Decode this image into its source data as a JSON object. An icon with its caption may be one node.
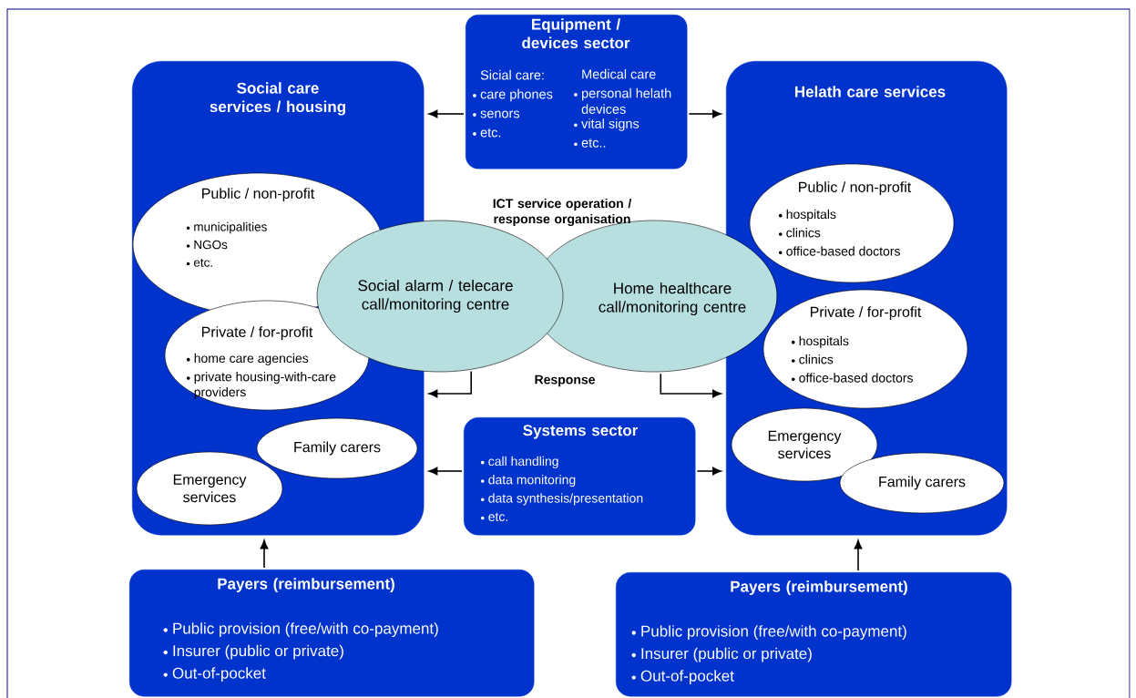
{
  "diagram": {
    "nodes": [
      {
        "text": [
          "Equipment / devices sector",
          "Sicial care:",
          "care phones",
          "senors",
          "etc.",
          "Medical care",
          "personal helath devices",
          "vital signs",
          "etc.."
        ]
      },
      {
        "text": [
          "Social care services / housing"
        ]
      },
      {
        "text": [
          "Public / non-profit",
          "municipalities",
          "NGOs",
          "etc."
        ],
        "in": 1
      },
      {
        "text": [
          "Private / for-profit",
          "home care agencies",
          "private housing-with-care providers"
        ],
        "in": 1
      },
      {
        "text": [
          "Family carers"
        ],
        "in": 1
      },
      {
        "text": [
          "Emergency services"
        ],
        "in": 1
      },
      {
        "text": [
          "Helath care services"
        ]
      },
      {
        "text": [
          "Public / non-profit",
          "hospitals",
          "clinics",
          "office-based doctors"
        ],
        "in": 6
      },
      {
        "text": [
          "Private / for-profit",
          "hospitals",
          "clinics",
          "office-based doctors"
        ],
        "in": 6
      },
      {
        "text": [
          "Emergency services"
        ],
        "in": 6
      },
      {
        "text": [
          "Family carers"
        ],
        "in": 6
      },
      {
        "text": [
          "Social alarm / telecare call/monitoring centre"
        ]
      },
      {
        "text": [
          "Home healthcare call/monitoring centre"
        ]
      },
      {
        "text": [
          "Systems sector",
          "call handling",
          "data monitoring",
          "data synthesis/presentation",
          "etc."
        ]
      },
      {
        "text": [
          "Payers (reimbursement)",
          "Public provision (free/with co-payment)",
          "Insurer (public or private)",
          "Out-of-pocket"
        ]
      },
      {
        "text": [
          "Payers (reimbursement)",
          "Public provision (free/with co-payment)",
          "Insurer (public or private)",
          "Out-of-pocket"
        ]
      }
    ],
    "edges": [
      {
        "from": 0,
        "to": 1,
        "arrow": "to"
      },
      {
        "from": 0,
        "to": 6,
        "arrow": "to"
      },
      {
        "from": 11,
        "to": 1,
        "arrow": "to"
      },
      {
        "from": 12,
        "to": 6,
        "arrow": "to"
      },
      {
        "from": 13,
        "to": 1,
        "arrow": "to"
      },
      {
        "from": 13,
        "to": 6,
        "arrow": "to"
      },
      {
        "from": 14,
        "to": 1,
        "arrow": "to"
      },
      {
        "from": 15,
        "to": 6,
        "arrow": "to"
      }
    ],
    "labels": [
      "ICT service operation / response organisation",
      "Response"
    ]
  }
}
